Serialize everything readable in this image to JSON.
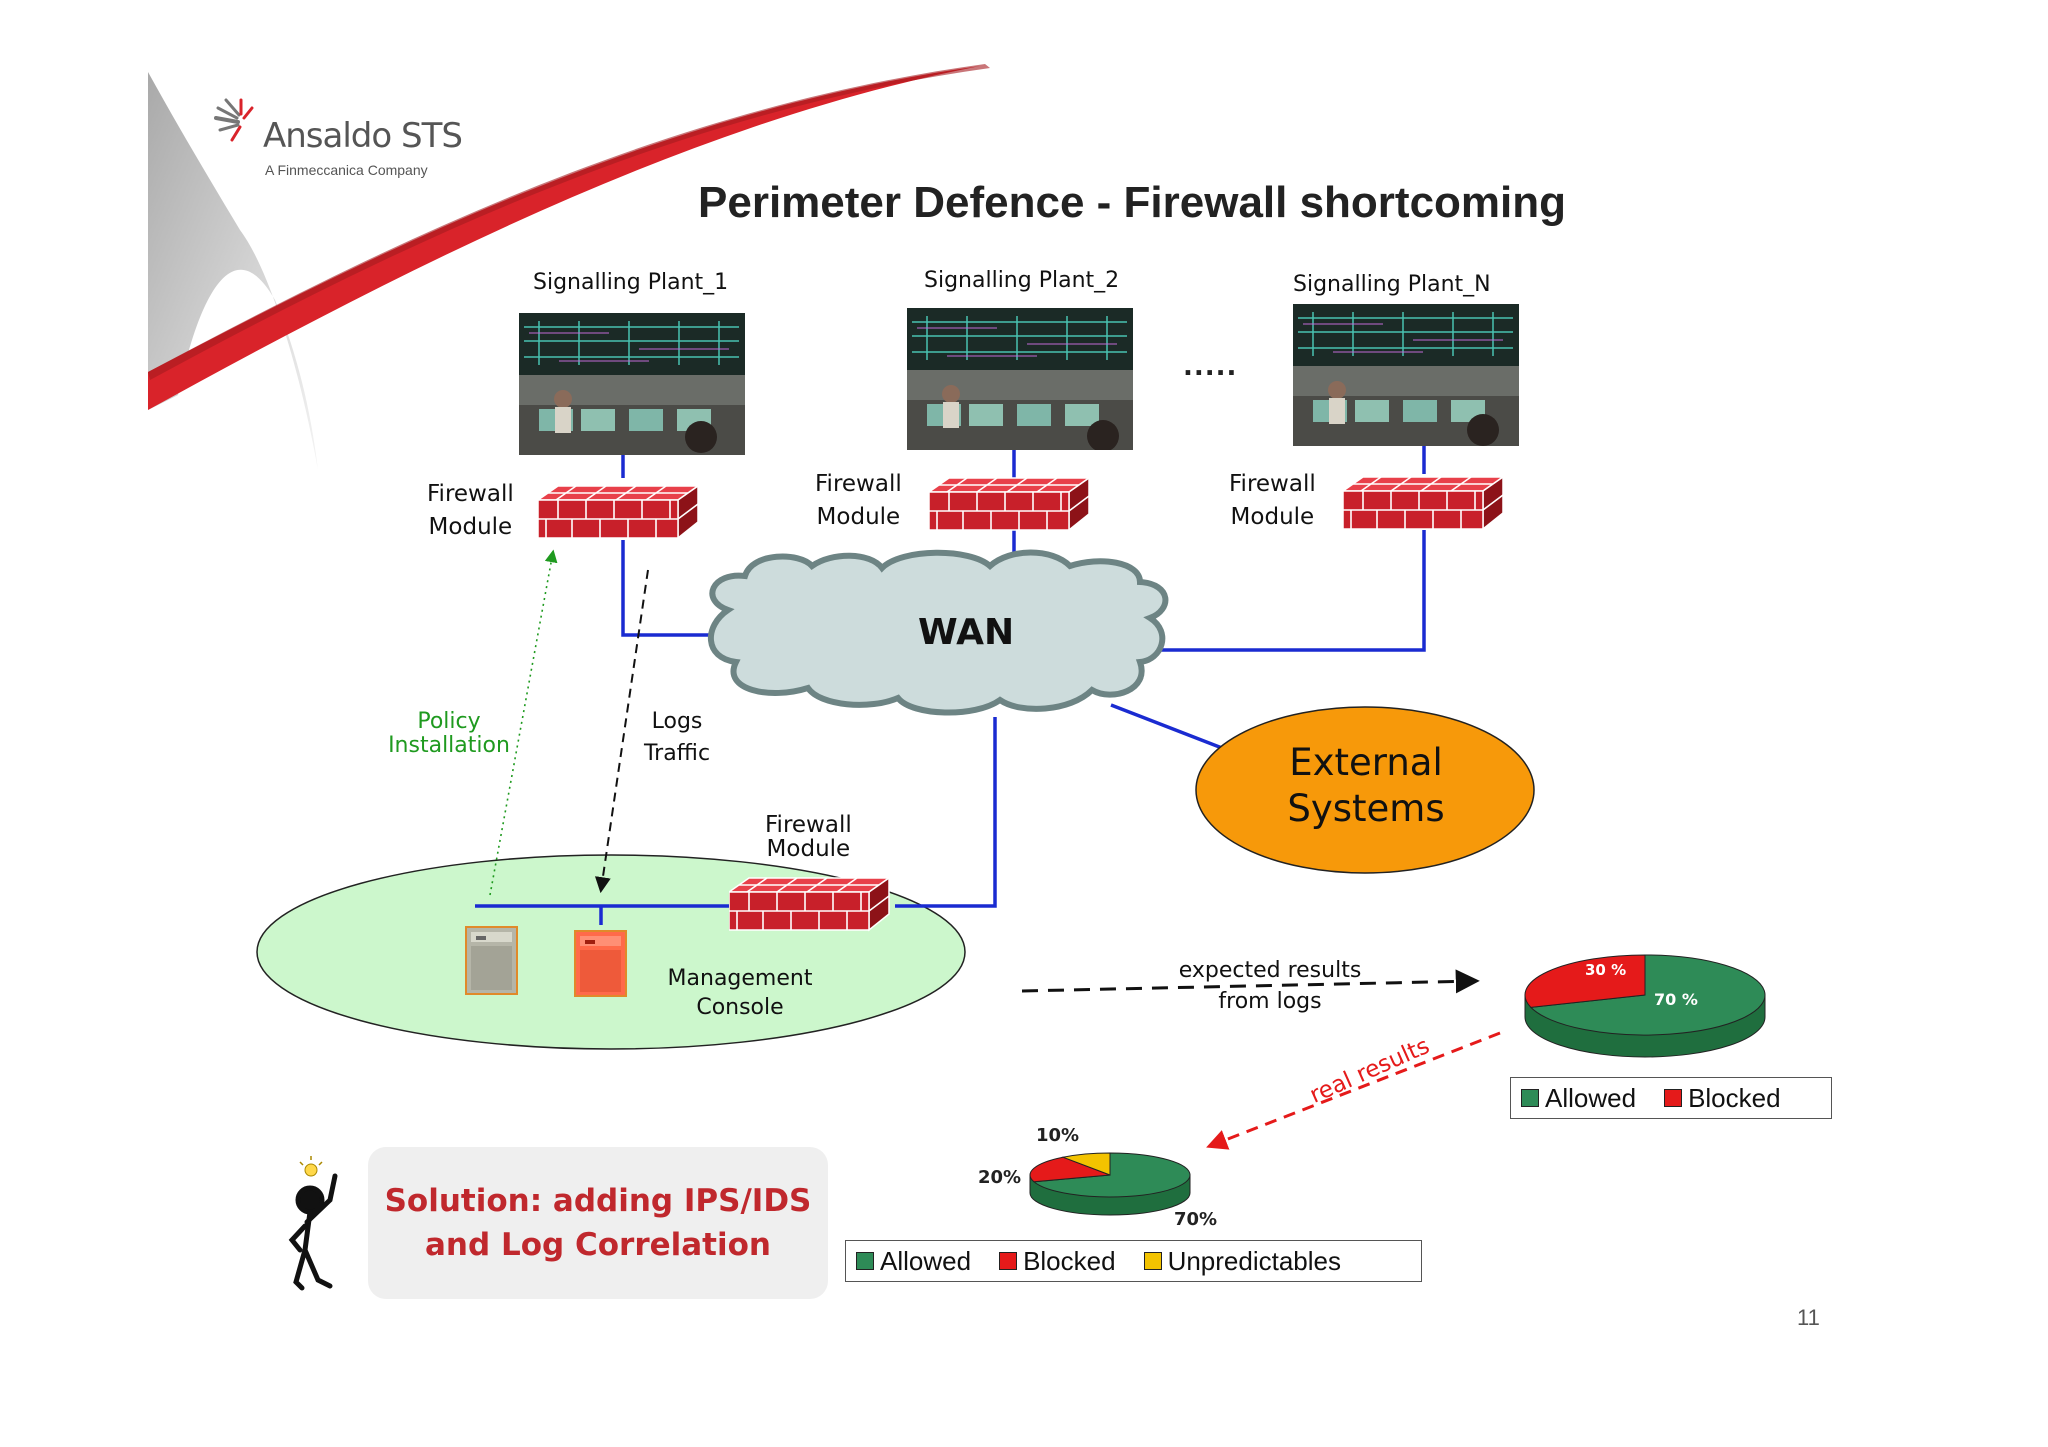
{
  "logo": {
    "brand": "Ansaldo STS",
    "tagline": "A Finmeccanica Company"
  },
  "title": "Perimeter Defence - Firewall shortcoming",
  "plants": [
    {
      "label": "Signalling Plant_1"
    },
    {
      "label": "Signalling Plant_2"
    },
    {
      "label": "Signalling Plant_N"
    }
  ],
  "ellipsis": ".....",
  "firewall_label": {
    "line1": "Firewall",
    "line2": "Module"
  },
  "wan_label": "WAN",
  "external": {
    "line1": "External",
    "line2": "Systems"
  },
  "policy": {
    "line1": "Policy",
    "line2": "Installation"
  },
  "logs": {
    "line1": "Logs",
    "line2": "Traffic"
  },
  "console": {
    "line1": "Management",
    "line2": "Console"
  },
  "expected": {
    "line1": "expected results",
    "line2": "from logs"
  },
  "real_results": "real results",
  "solution": {
    "line1": "Solution: adding IPS/IDS",
    "line2": "and Log Correlation"
  },
  "page_number": "11",
  "colors": {
    "brand_red": "#d9232a",
    "wire_blue": "#1a2bd1",
    "firewall_red": "#c8202a",
    "cloud_fill": "#cddcdc",
    "cloud_stroke": "#6d8484",
    "external_fill": "#f7990a",
    "console_fill": "#ccf7cc",
    "allowed_green": "#2e8b57",
    "blocked_red": "#e51a1a",
    "unpredictable_yellow": "#f3c300",
    "policy_green": "#1f9a1f"
  },
  "chart_data": [
    {
      "type": "pie",
      "title": "expected results from logs",
      "categories": [
        "Allowed",
        "Blocked"
      ],
      "values": [
        70,
        30
      ],
      "labels": [
        "70 %",
        "30 %"
      ],
      "legend": [
        "Allowed",
        "Blocked"
      ]
    },
    {
      "type": "pie",
      "title": "real results",
      "categories": [
        "Allowed",
        "Blocked",
        "Unpredictables"
      ],
      "values": [
        70,
        20,
        10
      ],
      "labels": [
        "70%",
        "20%",
        "10%"
      ],
      "legend": [
        "Allowed",
        "Blocked",
        "Unpredictables"
      ]
    }
  ]
}
